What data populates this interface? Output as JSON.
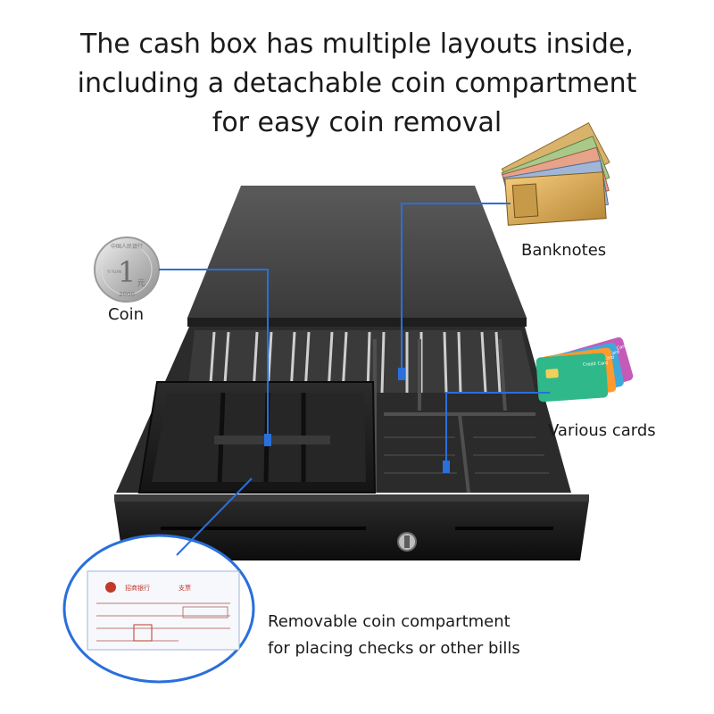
{
  "headline": {
    "line1": "The cash box has multiple layouts inside,",
    "line2": "including a detachable coin compartment",
    "line3": "for easy coin removal"
  },
  "labels": {
    "coin": "Coin",
    "banknotes": "Banknotes",
    "cards": "Various cards",
    "removable_line1": "Removable coin compartment",
    "removable_line2": "for placing checks or other bills"
  },
  "coin_image": {
    "numeral": "1",
    "unit": "元",
    "year": "2000",
    "text_top": "中国人民银行",
    "text_small": "YI YUAN"
  },
  "card_image": {
    "label": "Credit Card"
  },
  "check_image": {
    "bank": "招商银行",
    "type": "支票"
  },
  "colors": {
    "callout_line": "#2a6fdb",
    "drawer_body": "#161616",
    "lid": "#4a4a4a",
    "coin_tray": "#1e1e1e"
  }
}
